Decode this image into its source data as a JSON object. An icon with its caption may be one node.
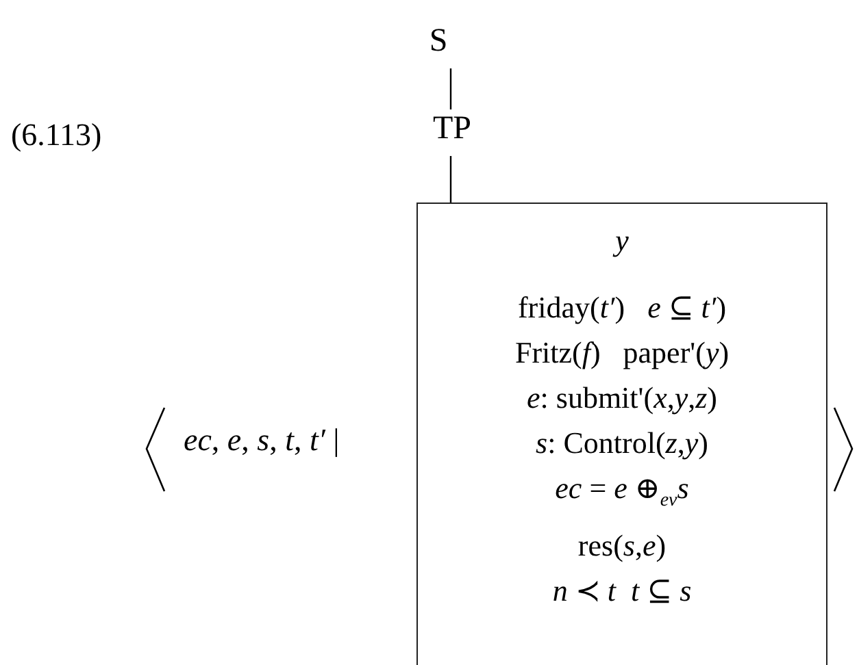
{
  "diagram": {
    "nodes": [
      {
        "text": [
          "S"
        ]
      },
      {
        "text": [
          "TP"
        ]
      },
      {
        "text": [
          "y",
          "friday(*t′*)   *e* ⊆ *t′*)",
          "Fritz(*f*)   paper'(*y*)",
          "*e*: submit'(*x*,*y*,*z*)",
          "*s*: Control(*z*,*y*)",
          "*ec* = *e* ⊕$_{ev}$*s*",
          "res(*s*,*e*)",
          "*n* ≺ *t*  *t* ⊆ *s*"
        ]
      }
    ],
    "edges": [
      {
        "from": 0,
        "to": 1,
        "arrow": "none"
      },
      {
        "from": 1,
        "to": 2,
        "arrow": "none"
      }
    ],
    "labels": [
      "(6.113)",
      "*ec*, *e*, *s*, *t*, *t′* |"
    ]
  }
}
